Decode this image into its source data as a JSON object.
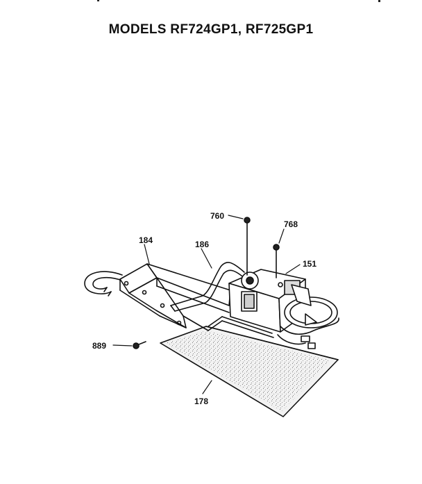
{
  "title": "MODELS RF724GP1, RF725GP1",
  "callouts": {
    "c760": "760",
    "c768": "768",
    "c184": "184",
    "c186": "186",
    "c151": "151",
    "c889": "889",
    "c178": "178"
  }
}
